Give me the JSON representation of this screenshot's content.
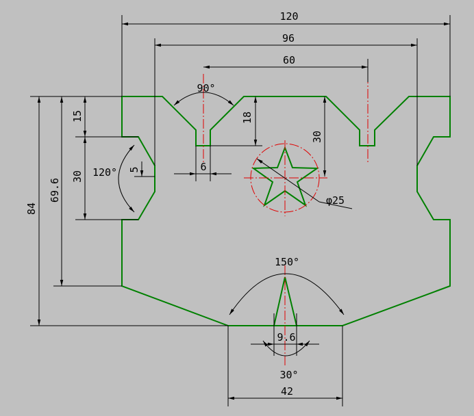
{
  "drawing": {
    "colors": {
      "background": "#c0c0c0",
      "outline": "#008000",
      "centerline": "#e00000",
      "dimension": "#000000"
    },
    "dimensions": {
      "overall_width": "120",
      "inner_width": "96",
      "notch_spacing": "60",
      "overall_height": "84",
      "side_height": "69.6",
      "top_step": "15",
      "side_notch_height": "30",
      "side_notch_depth": "5",
      "notch_depth": "18",
      "star_offset": "30",
      "notch_width": "6",
      "bottom_tip_width": "9.6",
      "bottom_width": "42"
    },
    "angles": {
      "v_notch": "90°",
      "side_notch": "120°",
      "bottom_arc": "150°",
      "bottom_spike": "30°"
    },
    "features": {
      "circle_diameter": "φ25"
    }
  }
}
